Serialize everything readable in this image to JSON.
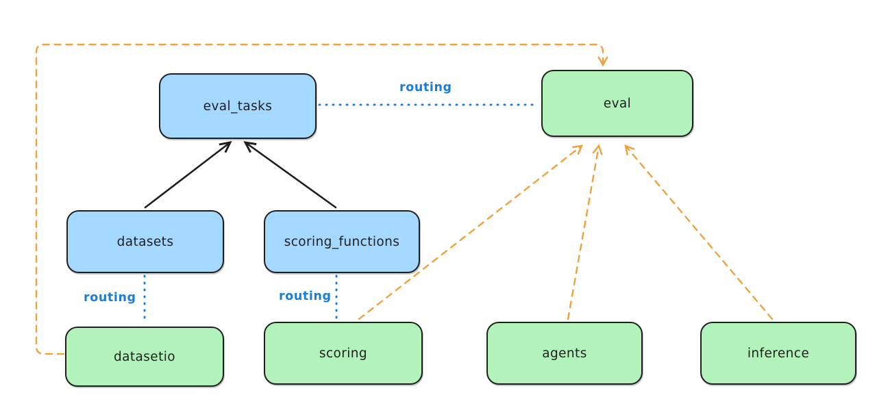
{
  "colors": {
    "background": "#ffffff",
    "ink": "#1e1e1e",
    "node_blue": "#a5d8ff",
    "node_green": "#b2f2bb",
    "routing_blue": "#1c7ed6",
    "dashed_orange": "#f0a13c"
  },
  "nodes": {
    "eval_tasks": {
      "label": "eval_tasks"
    },
    "eval": {
      "label": "eval"
    },
    "datasets": {
      "label": "datasets"
    },
    "scoring_functions": {
      "label": "scoring_functions"
    },
    "datasetio": {
      "label": "datasetio"
    },
    "scoring": {
      "label": "scoring"
    },
    "agents": {
      "label": "agents"
    },
    "inference": {
      "label": "inference"
    }
  },
  "edge_labels": {
    "eval_tasks_to_eval": "routing",
    "datasets_to_datasetio": "routing",
    "scoring_functions_to_scoring": "routing"
  }
}
